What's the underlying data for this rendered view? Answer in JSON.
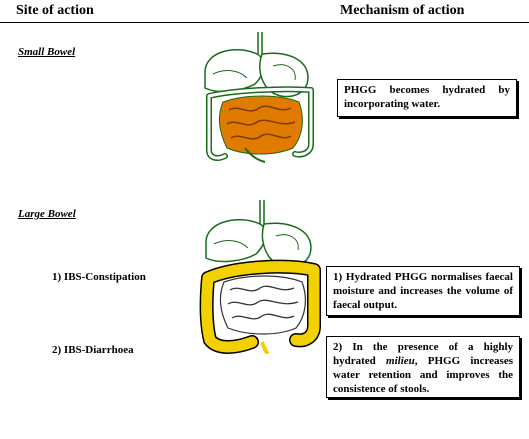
{
  "header": {
    "site_of_action": "Site of action",
    "mechanism_of_action": "Mechanism of action"
  },
  "small_bowel": {
    "label": "Small Bowel",
    "mechanism": "PHGG becomes hydrated by incorporating water.",
    "highlight_color": "#e07b00"
  },
  "large_bowel": {
    "label": "Large Bowel",
    "highlight_color": "#f3d000",
    "items": [
      {
        "label": "1) IBS-Constipation",
        "mechanism": "1) Hydrated PHGG normalises faecal moisture and increases the volume of faecal output."
      },
      {
        "label": "2) IBS-Diarrhoea",
        "mechanism_prefix": "2) In the presence of a highly hydrated ",
        "mechanism_italic": "milieu",
        "mechanism_suffix": ", PHGG increases water retention and improves the consistence of stools."
      }
    ]
  },
  "icons": [
    "digestive-tract-small-bowel-icon",
    "digestive-tract-large-bowel-icon"
  ]
}
